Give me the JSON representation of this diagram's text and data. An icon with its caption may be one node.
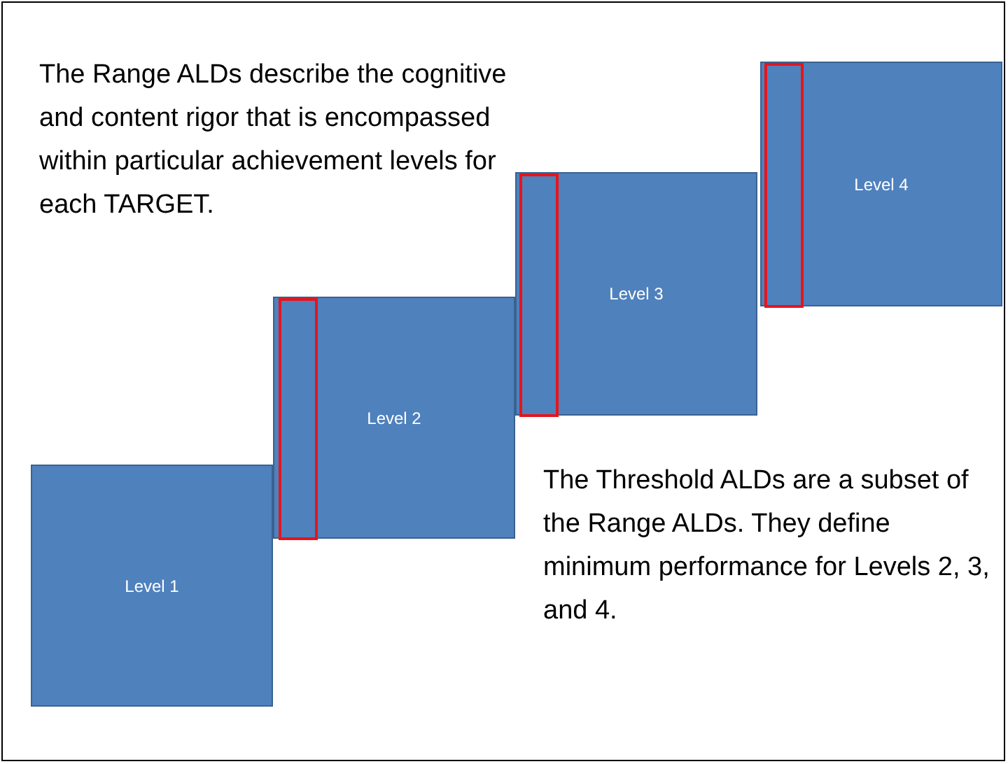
{
  "diagram": {
    "nodes": [
      {
        "text": [
          "Level 1"
        ]
      },
      {
        "text": [
          "Level 2"
        ]
      },
      {
        "text": [],
        "shape": "box",
        "in": 1
      },
      {
        "text": [
          "Level 3"
        ]
      },
      {
        "text": [],
        "shape": "box",
        "in": 3
      },
      {
        "text": [
          "Level 4"
        ]
      },
      {
        "text": [],
        "shape": "box",
        "in": 5
      }
    ],
    "labels": [
      "The Range ALDs describe the cognitive and content rigor that is encompassed within particular achievement levels for each TARGET.",
      "The Threshold ALDs are a subset of the Range ALDs. They define minimum performance for Levels 2, 3, and 4."
    ]
  }
}
